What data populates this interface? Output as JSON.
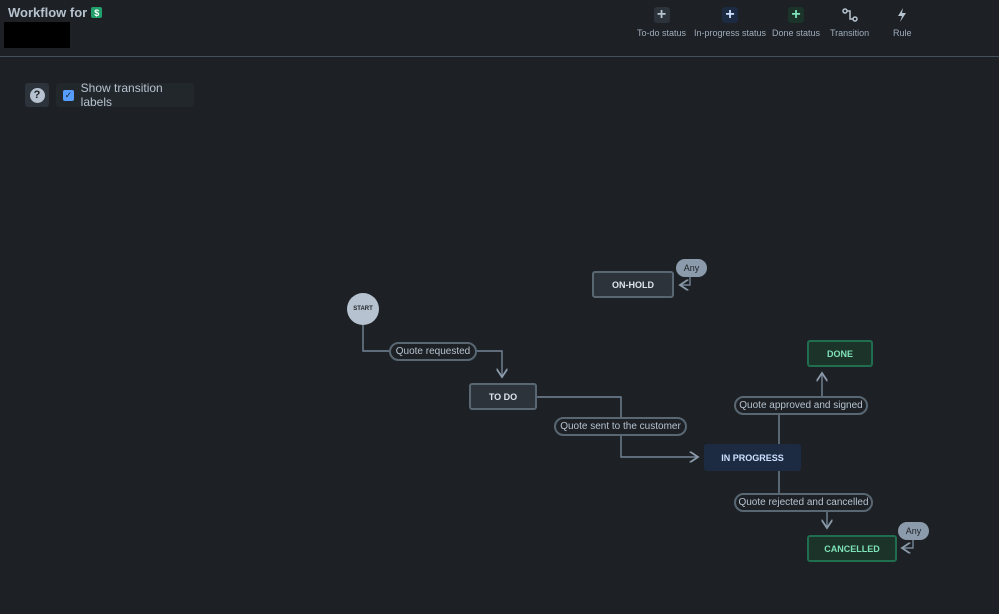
{
  "header": {
    "title": "Workflow for",
    "badge_symbol": "$",
    "tools": [
      {
        "label": "To-do status",
        "icon": "+"
      },
      {
        "label": "In-progress status",
        "icon": "+"
      },
      {
        "label": "Done status",
        "icon": "+"
      },
      {
        "label": "Transition",
        "icon": "transition-icon"
      },
      {
        "label": "Rule",
        "icon": "lightning-icon"
      }
    ]
  },
  "toolbar": {
    "help_symbol": "?",
    "show_labels_text": "Show transition labels",
    "show_labels_checked": true,
    "check_symbol": "✓"
  },
  "diagram": {
    "start": "START",
    "statuses": {
      "on_hold": "ON-HOLD",
      "todo": "TO DO",
      "in_progress": "IN PROGRESS",
      "done": "DONE",
      "cancelled": "CANCELLED"
    },
    "transitions": {
      "quote_requested": "Quote requested",
      "quote_sent": "Quote sent to the customer",
      "quote_approved": "Quote approved and signed",
      "quote_rejected": "Quote rejected and cancelled"
    },
    "any_label": "Any"
  },
  "colors": {
    "background": "#1d2125",
    "todo": "#2c333a",
    "in_progress": "#1c2b41",
    "done": "#1c3329",
    "accent": "#579dff"
  }
}
